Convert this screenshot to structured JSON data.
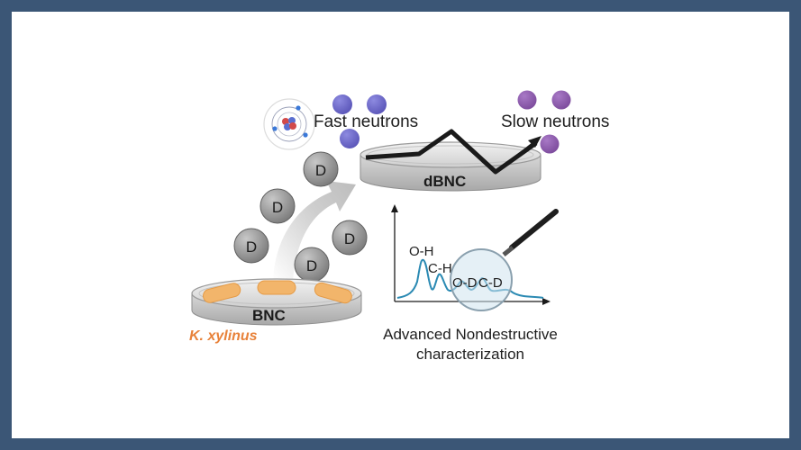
{
  "labels": {
    "fast_neutrons": "Fast neutrons",
    "slow_neutrons": "Slow neutrons",
    "dbnc": "dBNC",
    "bnc": "BNC",
    "organism": "K. xylinus",
    "deuterium": "D",
    "peak_oh": "O-H",
    "peak_ch": "C-H",
    "peak_od": "O-D",
    "peak_cd": "C-D",
    "caption_line1": "Advanced Nondestructive",
    "caption_line2": "characterization"
  },
  "colors": {
    "background": "#3b5676",
    "panel": "#ffffff",
    "neutron_fast": "#6a66c8",
    "neutron_slow": "#8f5bb0",
    "bacteria": "#f2b56b",
    "organism_text": "#e8823a",
    "deuterium": "#8e8e8e",
    "magnifier_lens": "#cfe3ef"
  },
  "icons": {
    "atom": "atom-icon",
    "magnifier": "magnifier-icon",
    "arrow": "process-arrow"
  }
}
